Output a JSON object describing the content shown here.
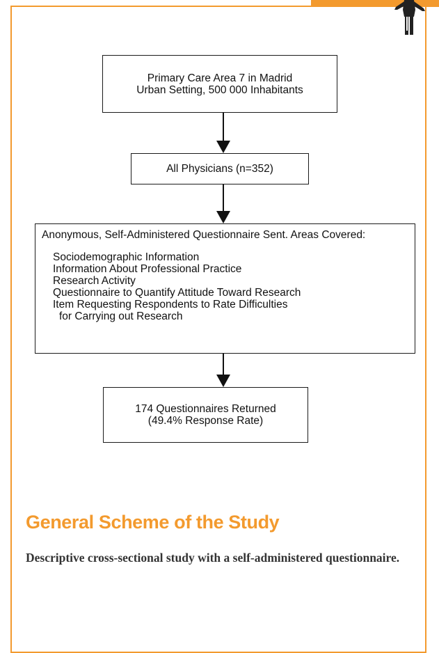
{
  "colors": {
    "accent": "#f39a2e",
    "box_border": "#1a1a1a",
    "text": "#111111"
  },
  "flowchart": {
    "box1": {
      "line1": "Primary Care Area 7 in Madrid",
      "line2": "Urban Setting, 500 000 Inhabitants"
    },
    "box2": {
      "text": "All Physicians (n=352)"
    },
    "box3": {
      "heading": "Anonymous, Self-Administered Questionnaire Sent. Areas Covered:",
      "items": [
        "Sociodemographic Information",
        "Information About Professional Practice",
        "Research Activity",
        "Questionnaire to Quantify Attitude Toward Research",
        "Item Requesting Respondents to Rate Difficulties",
        "for Carrying out Research"
      ]
    },
    "box4": {
      "line1": "174 Questionnaires Returned",
      "line2": "(49.4% Response Rate)"
    }
  },
  "section": {
    "title": "General Scheme of the Study",
    "description": "Descriptive cross-sectional study with a self-administered questionnaire."
  },
  "icons": {
    "corner": "standing-figure-icon"
  }
}
